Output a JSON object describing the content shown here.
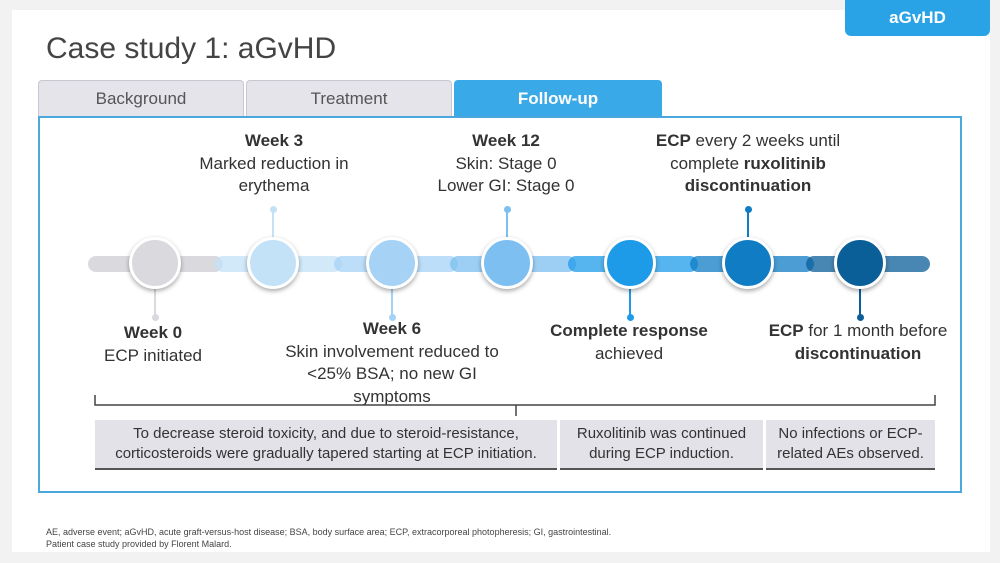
{
  "badge": "aGvHD",
  "title": "Case study 1: aGvHD",
  "tabs": [
    "Background",
    "Treatment",
    "Follow-up"
  ],
  "milestones": [
    {
      "title": "Week 0",
      "text": "ECP initiated",
      "color": "#d9d9de"
    },
    {
      "title": "Week 3",
      "text": "Marked reduction in erythema",
      "color": "#c3e2f8"
    },
    {
      "title": "Week 6",
      "text": "Skin involvement reduced to <25% BSA; no new GI symptoms",
      "color": "#a6d3f5"
    },
    {
      "title": "Week 12",
      "line1": "Skin: Stage 0",
      "line2": "Lower GI: Stage 0",
      "color": "#7cbff0"
    },
    {
      "title": "Complete response",
      "text": "achieved",
      "color": "#1d9be8"
    },
    {
      "bold1": "ECP",
      "text1": " every 2 weeks until complete ",
      "bold2": "ruxolitinib discontinuation",
      "color": "#0f7cc4"
    },
    {
      "bold1": "ECP",
      "text1": " for 1 month before ",
      "bold2": "discontinuation",
      "color": "#0b5f99"
    }
  ],
  "boxes": [
    "To decrease steroid toxicity, and due to steroid-resistance, corticosteroids were gradually tapered starting at ECP initiation.",
    "Ruxolitinib was continued during ECP induction.",
    "No infections or ECP-related AEs observed."
  ],
  "footnote1": "AE, adverse event; aGvHD, acute graft-versus-host disease; BSA, body surface area; ECP, extracorporeal photopheresis; GI, gastrointestinal.",
  "footnote2": "Patient case study provided by Florent Malard."
}
